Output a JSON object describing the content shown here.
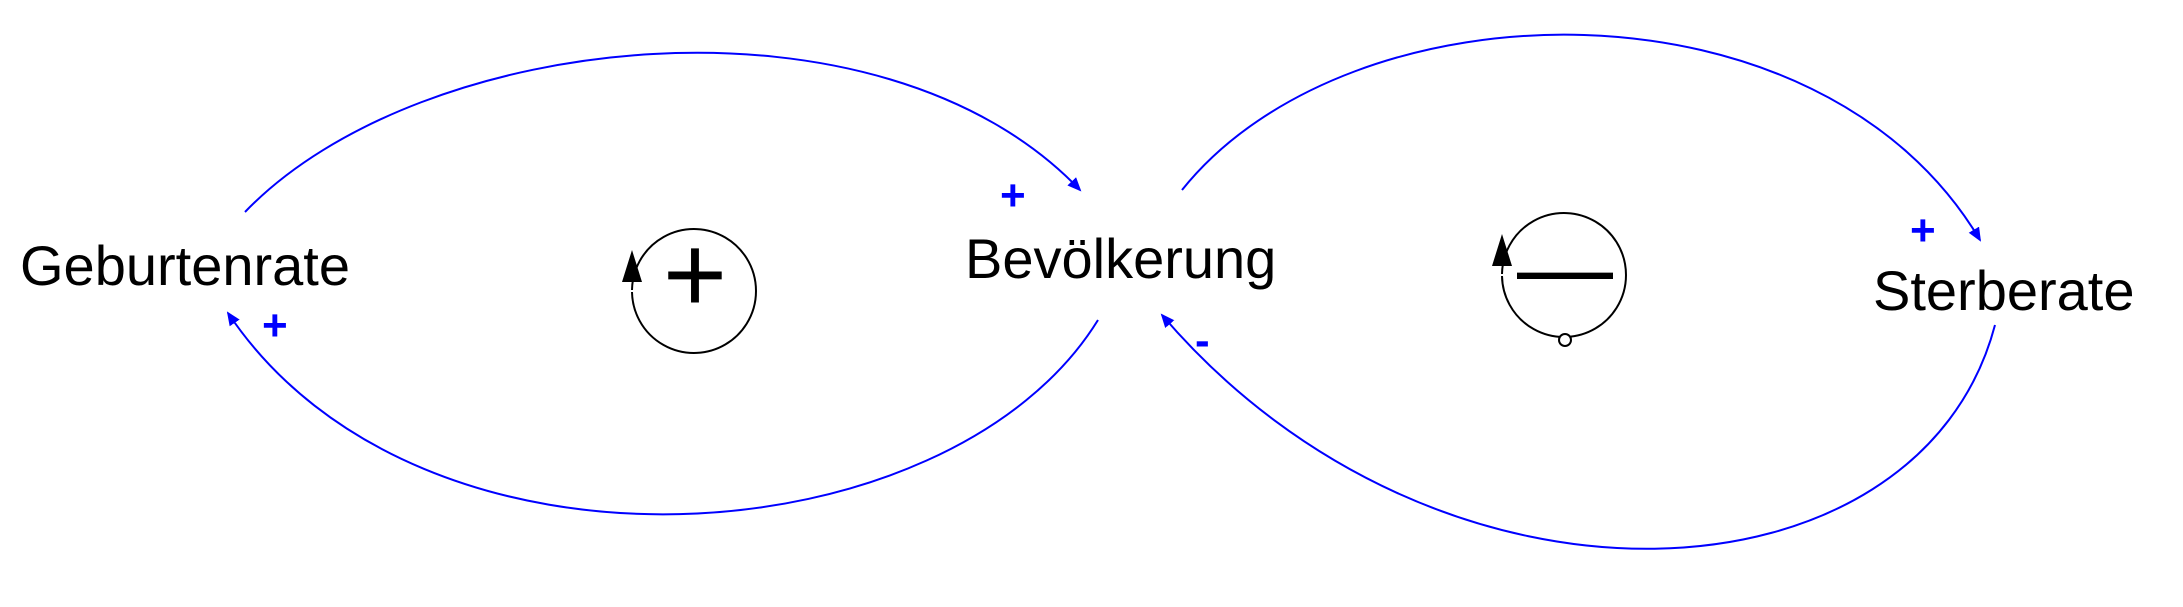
{
  "colors": {
    "link": "#0000ff",
    "polarity": "#0000ff",
    "label": "#000000",
    "loop": "#000000"
  },
  "nodes": {
    "birth_rate": "Geburtenrate",
    "population": "Bevölkerung",
    "death_rate": "Sterberate"
  },
  "links": {
    "birth_to_population": "+",
    "population_to_birth": "+",
    "population_to_death": "+",
    "death_to_population": "-"
  },
  "loops": {
    "reinforcing": "+",
    "balancing": "—"
  }
}
